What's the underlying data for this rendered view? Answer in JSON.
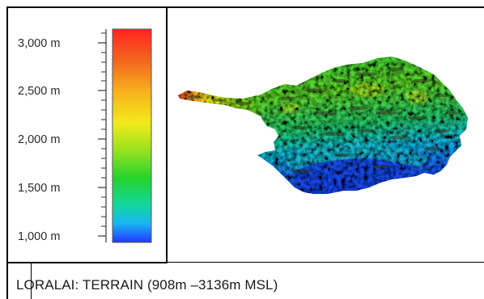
{
  "caption": "LORALAI: TERRAIN (908m –3136m MSL)",
  "legend": {
    "ticks": [
      "3,000 m",
      "2,500 m",
      "2,000 m",
      "1,500 m",
      "1,000 m"
    ],
    "colors": [
      "#ff2a1e",
      "#f57a22",
      "#ffd21a",
      "#e8ef1c",
      "#7fdc1e",
      "#1fd13e",
      "#12d6a4",
      "#14b6f0",
      "#1e46ff"
    ]
  },
  "map": {
    "region": "Loralai",
    "elevation_min_m": 908,
    "elevation_max_m": 3136
  }
}
